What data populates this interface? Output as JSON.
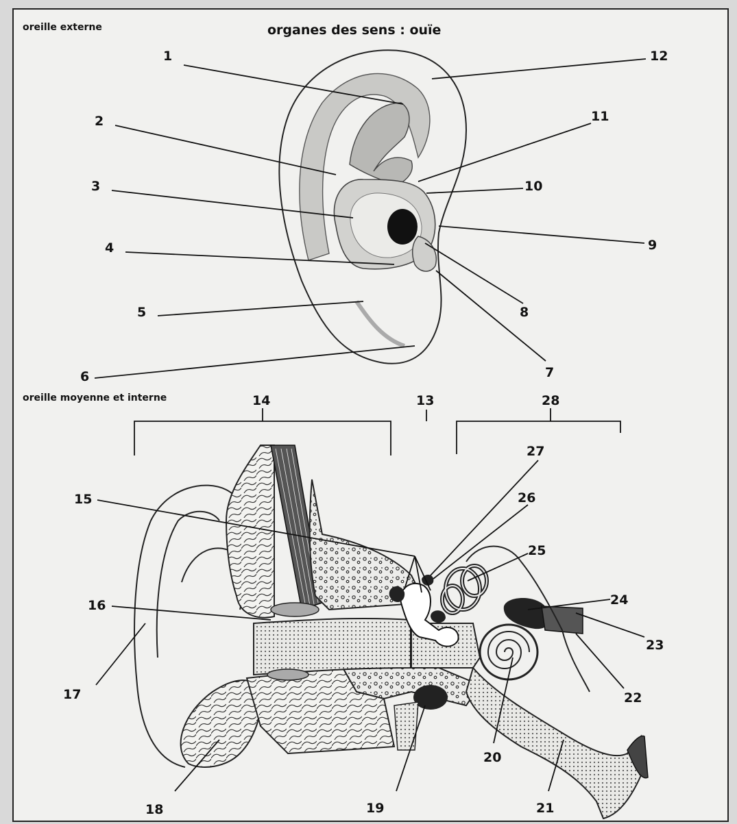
{
  "title": "organes des sens : ouïe",
  "sections": {
    "outer": "oreille externe",
    "middle_inner": "oreille moyenne et interne"
  },
  "labels": {
    "n1": "1",
    "n2": "2",
    "n3": "3",
    "n4": "4",
    "n5": "5",
    "n6": "6",
    "n7": "7",
    "n8": "8",
    "n9": "9",
    "n10": "10",
    "n11": "11",
    "n12": "12",
    "n13": "13",
    "n14": "14",
    "n15": "15",
    "n16": "16",
    "n17": "17",
    "n18": "18",
    "n19": "19",
    "n20": "20",
    "n21": "21",
    "n22": "22",
    "n23": "23",
    "n24": "24",
    "n25": "25",
    "n26": "26",
    "n27": "27",
    "n28": "28"
  },
  "colors": {
    "ink": "#111111",
    "paper": "#f1f1ef",
    "shade": "#bdbdbd",
    "dark": "#555555"
  }
}
